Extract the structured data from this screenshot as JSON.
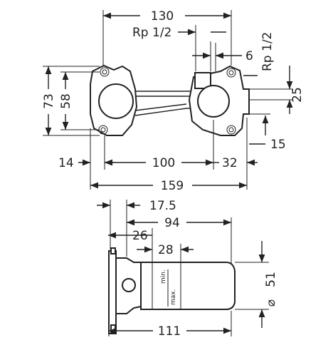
{
  "front_view": {
    "dim_130": "130",
    "rp_top": "Rp 1/2",
    "dim_6": "6",
    "rp_right": "Rp 1/2",
    "dim_25": "25",
    "dim_73": "73",
    "dim_58": "58",
    "dim_15": "15",
    "dim_14": "14",
    "dim_100": "100",
    "dim_32": "32",
    "dim_159": "159"
  },
  "side_view": {
    "dim_17_5": "17.5",
    "dim_94": "94",
    "dim_26": "26",
    "dim_28": "28",
    "dim_51": "51",
    "diameter_symbol": "⌀",
    "label_min": "min.",
    "label_max": "max.",
    "dim_111": "111"
  }
}
